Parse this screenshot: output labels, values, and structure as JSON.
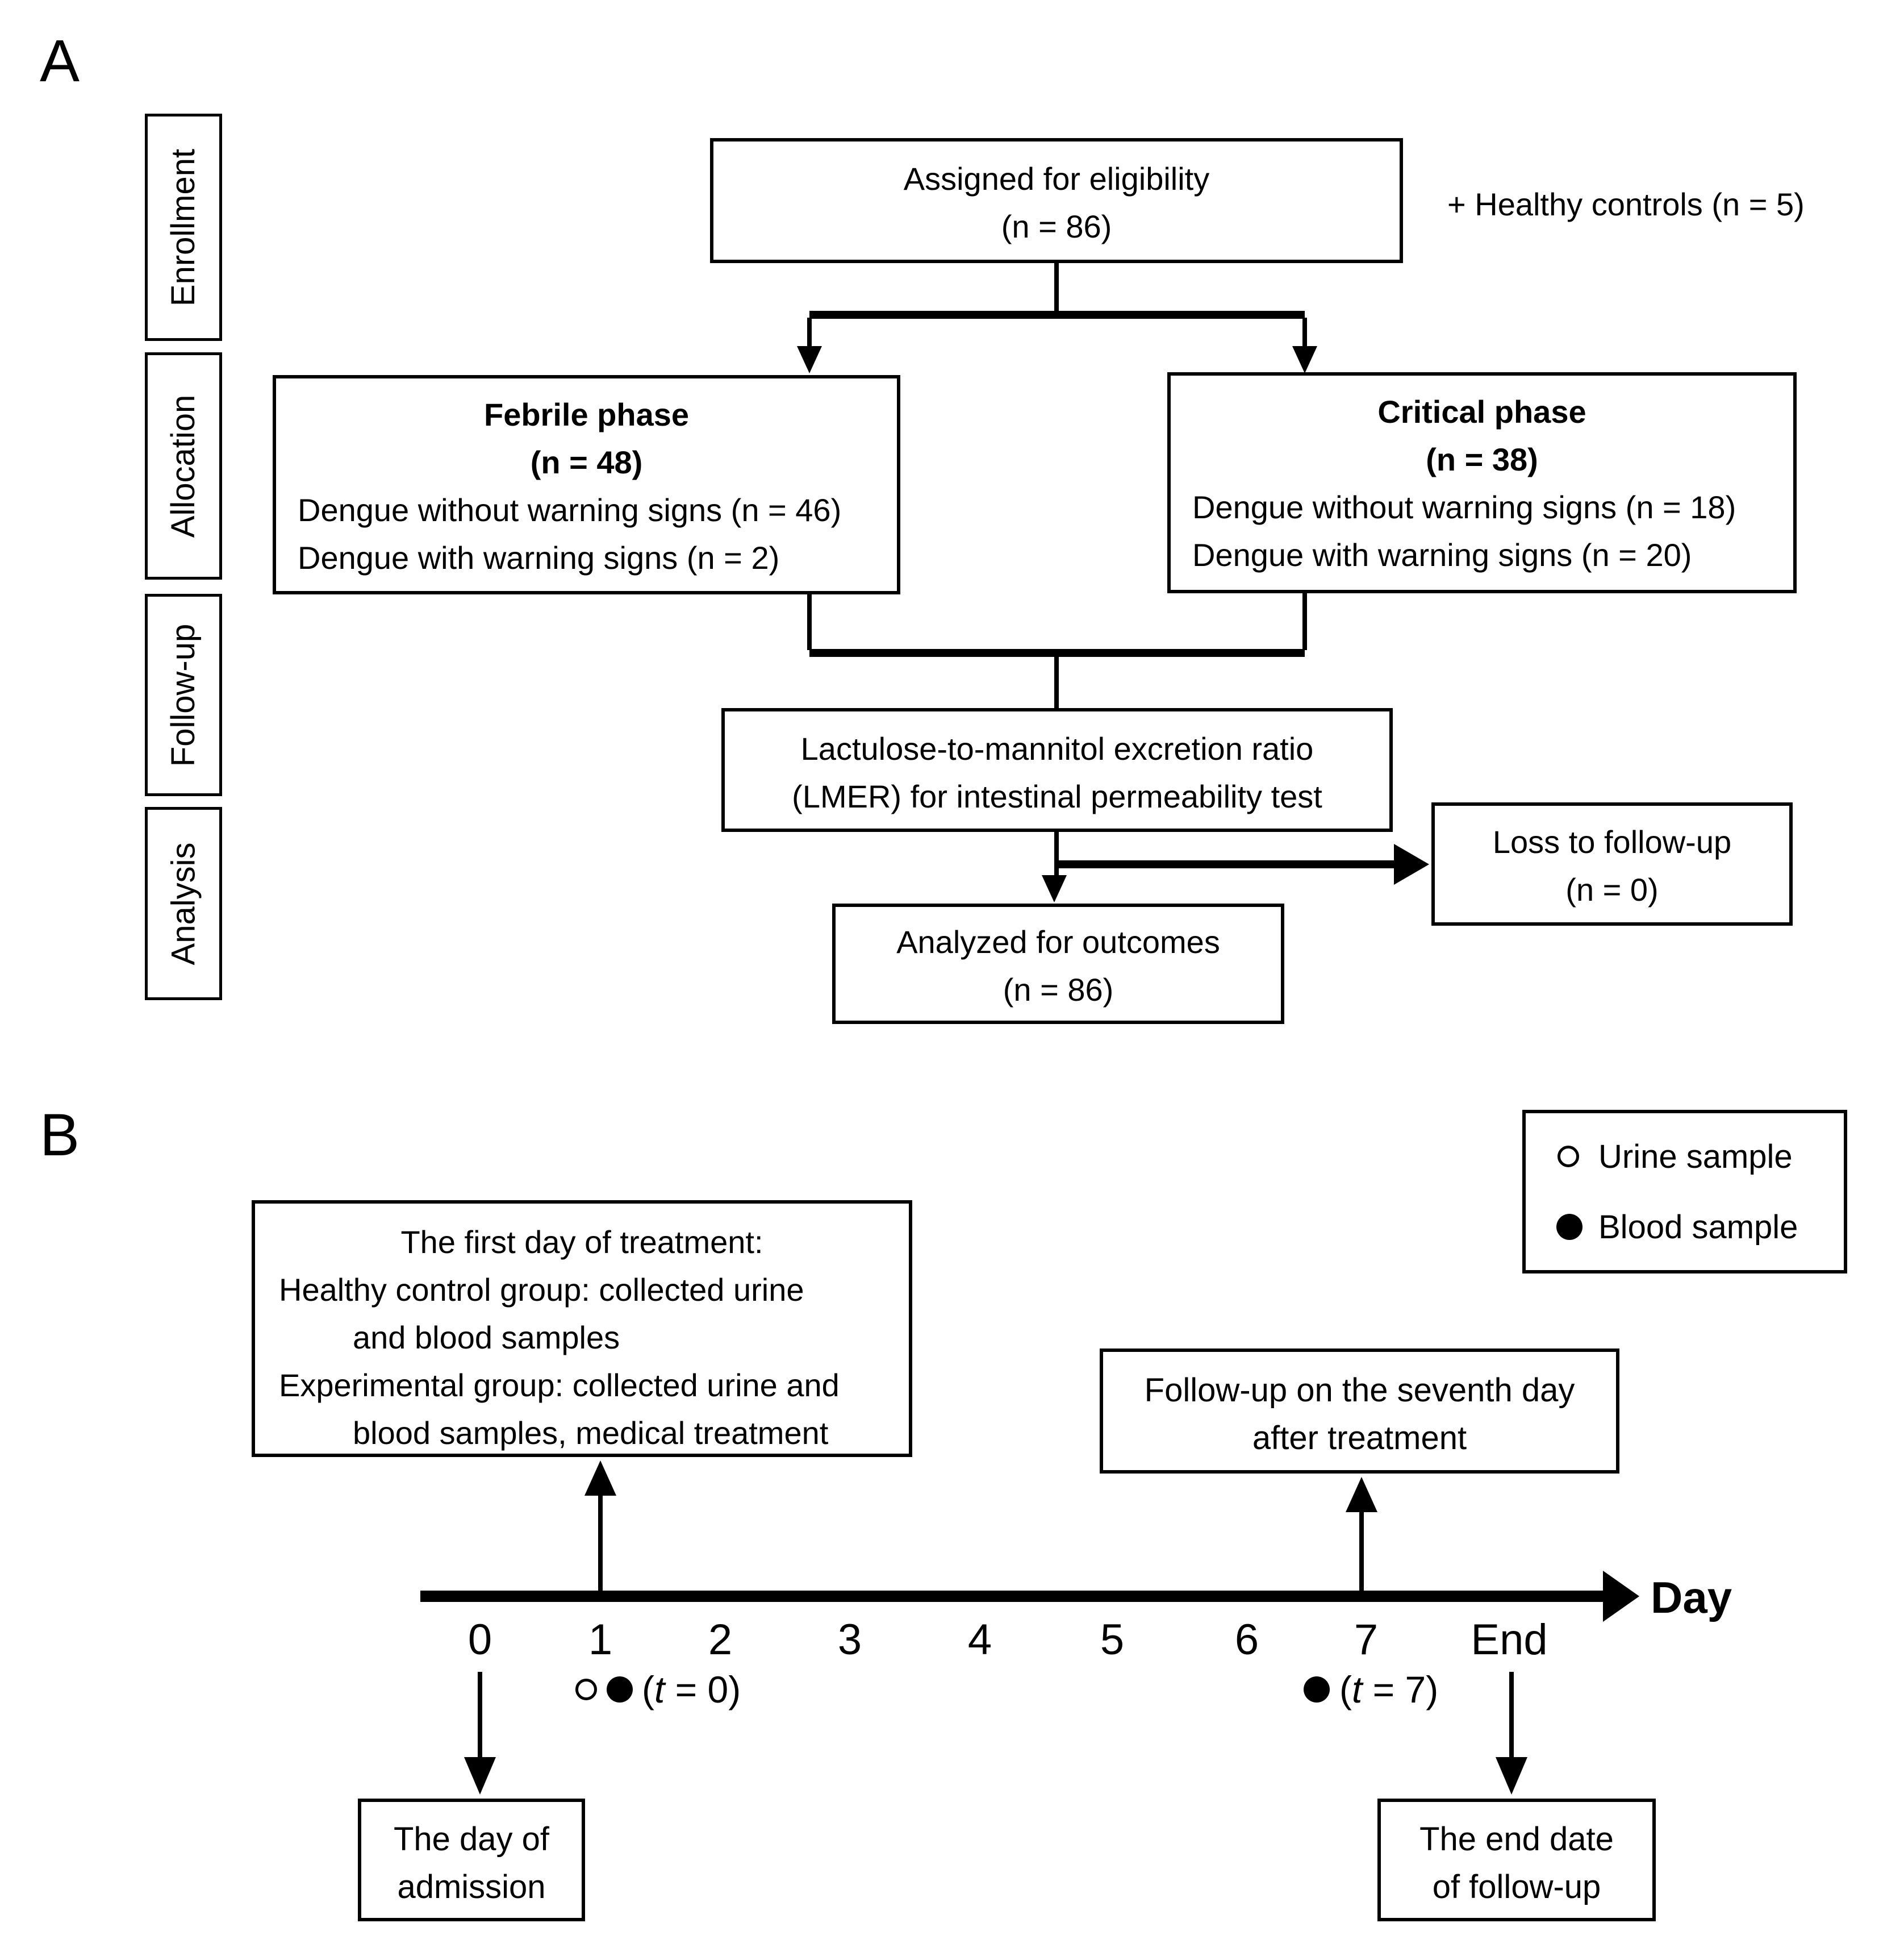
{
  "panelA": {
    "label": "A",
    "sidebar": [
      {
        "label": "Enrollment"
      },
      {
        "label": "Allocation"
      },
      {
        "label": "Follow-up"
      },
      {
        "label": "Analysis"
      }
    ],
    "assigned": {
      "line1": "Assigned for eligibility",
      "line2": "(n = 86)"
    },
    "healthy_controls": "+ Healthy controls (n = 5)",
    "febrile": {
      "title": "Febrile phase",
      "n": "(n = 48)",
      "line1": "Dengue without warning signs (n = 46)",
      "line2": "Dengue with warning signs (n = 2)"
    },
    "critical": {
      "title": "Critical phase",
      "n": "(n = 38)",
      "line1": "Dengue without warning signs (n = 18)",
      "line2": "Dengue with warning signs (n = 20)"
    },
    "lmer": {
      "line1": "Lactulose-to-mannitol excretion ratio",
      "line2": "(LMER) for intestinal permeability test"
    },
    "loss": {
      "line1": "Loss to follow-up",
      "line2": "(n = 0)"
    },
    "analyzed": {
      "line1": "Analyzed for outcomes",
      "line2": "(n = 86)"
    }
  },
  "panelB": {
    "label": "B",
    "legend": {
      "urine": "Urine sample",
      "blood": "Blood sample"
    },
    "treatment_box": {
      "line1": "The first day of treatment:",
      "line2": "Healthy control group: collected urine",
      "line3": "and blood samples",
      "line4": "Experimental group: collected urine and",
      "line5": "blood samples, medical treatment"
    },
    "followup_box": {
      "line1": "Follow-up on the seventh day",
      "line2": "after treatment"
    },
    "timeline": {
      "axis_label": "Day",
      "ticks": [
        "0",
        "1",
        "2",
        "3",
        "4",
        "5",
        "6",
        "7",
        "End"
      ]
    },
    "marker_t0": {
      "open": "(",
      "var": "t",
      "rest": " = 0)"
    },
    "marker_t7": {
      "open": "(",
      "var": "t",
      "rest": " = 7)"
    },
    "admission_box": {
      "line1": "The day of",
      "line2": "admission"
    },
    "end_box": {
      "line1": "The end date",
      "line2": "of follow-up"
    }
  },
  "colors": {
    "ink": "#000000",
    "background": "#ffffff"
  }
}
